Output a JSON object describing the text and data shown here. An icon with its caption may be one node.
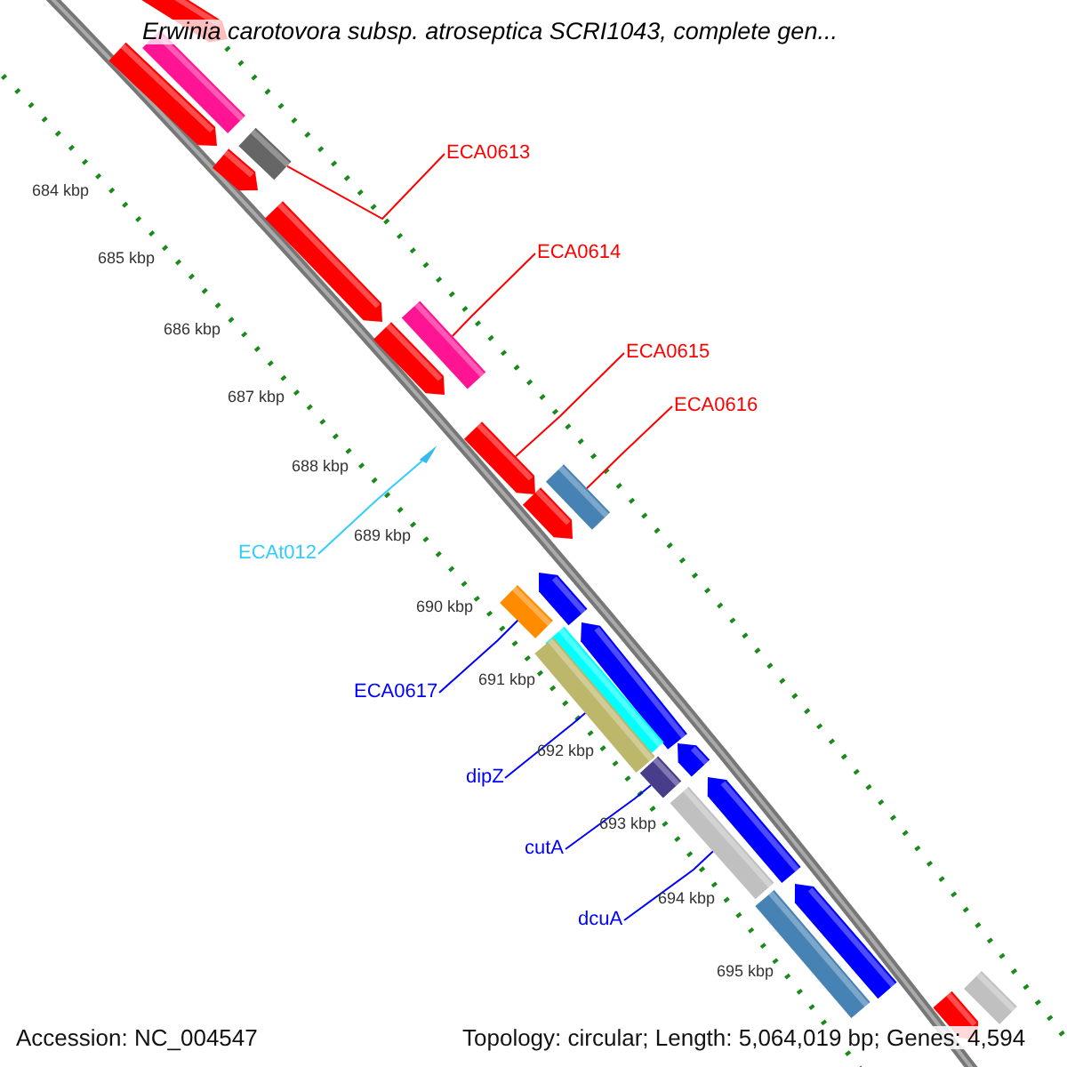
{
  "diagram": {
    "title": "Erwinia carotovora subsp. atroseptica SCRI1043, complete gen...",
    "nodes": [
      {
        "text": [
          "ECA0613"
        ]
      },
      {
        "text": [
          "ECA0614"
        ]
      },
      {
        "text": [
          "ECA0615"
        ]
      },
      {
        "text": [
          "ECA0616"
        ]
      },
      {
        "text": [
          "ECAt012"
        ]
      },
      {
        "text": [
          "ECA0617"
        ]
      },
      {
        "text": [
          "dipZ"
        ]
      },
      {
        "text": [
          "cutA"
        ]
      },
      {
        "text": [
          "dcuA"
        ]
      },
      {
        "text": [],
        "shape": "bar"
      },
      {
        "text": [],
        "shape": "bar"
      },
      {
        "text": [],
        "shape": "bar"
      },
      {
        "text": [],
        "shape": "bar"
      },
      {
        "text": [],
        "shape": "triangle"
      },
      {
        "text": [],
        "shape": "bar"
      },
      {
        "text": [],
        "shape": "bar"
      },
      {
        "text": [],
        "shape": "bar"
      },
      {
        "text": [],
        "shape": "bar"
      }
    ],
    "edges": [
      {
        "from": 0,
        "to": 9,
        "arrow": "none",
        "color": "#ff0000"
      },
      {
        "from": 1,
        "to": 10,
        "arrow": "none",
        "color": "#ff0000"
      },
      {
        "from": 2,
        "to": 11,
        "arrow": "none",
        "color": "#ff0000"
      },
      {
        "from": 3,
        "to": 12,
        "arrow": "none",
        "color": "#ff0000"
      },
      {
        "from": 4,
        "to": 13,
        "arrow": "none",
        "color": "#33ccff"
      },
      {
        "from": 5,
        "to": 14,
        "arrow": "none",
        "color": "#0000ff"
      },
      {
        "from": 6,
        "to": 15,
        "arrow": "none",
        "color": "#0000ff"
      },
      {
        "from": 7,
        "to": 16,
        "arrow": "none",
        "color": "#0000ff"
      },
      {
        "from": 8,
        "to": 17,
        "arrow": "none",
        "color": "#0000ff"
      }
    ],
    "labels": [
      "684 kbp",
      "685 kbp",
      "686 kbp",
      "687 kbp",
      "688 kbp",
      "689 kbp",
      "690 kbp",
      "691 kbp",
      "692 kbp",
      "693 kbp",
      "694 kbp",
      "695 kbp",
      "Accession: NC_004547",
      "Topology: circular; Length: 5,064,019 bp; Genes: 4,594"
    ]
  }
}
